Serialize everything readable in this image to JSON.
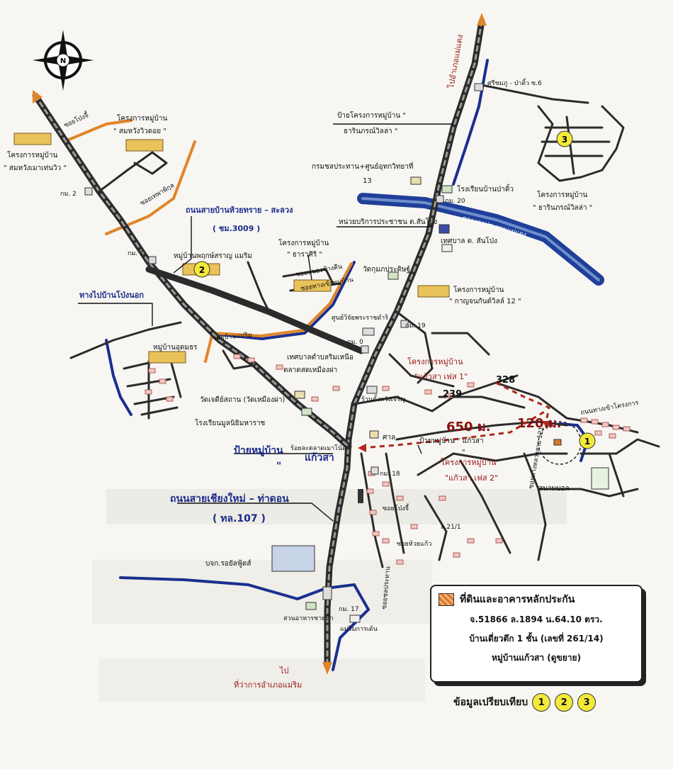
{
  "compass": {
    "letter": "N"
  },
  "roads": {
    "north_arrow": "ไปอำเภอแม่แตง",
    "south_arrow": "ไป",
    "south_destination": "ที่ว่าการอำเภอแม่ริม",
    "huai_sai_road": "ถนนสายบ้านห้วยทราย – สะลวง",
    "huai_sai_road_code": "( ชม.3009 )",
    "chiang_mai_road": "ถนนสายเชียงใหม่ – ท่าดอน",
    "chiang_mai_road_code": "( ทล.107 )",
    "to_pong_nok": "ทางไปบ้านโป่งนอก",
    "side_roads": [
      "ซอยโป่งจี้",
      "ซอยเทพาพิกุล",
      "ซอยหนองช้างคืน",
      "ซอยทางเข้าหมู่บ้าน",
      "ถนนทางเข้าโครงการ",
      "ซอยทางหลวงสาย 121",
      "ซอยโป่งจี้",
      "ซอยห้วยแก้ว",
      "ศรีชมภู - ป่าติ้ว ซ.6",
      "ซอยชลประทาน",
      "ซอยบ้านแม่ริม"
    ]
  },
  "labels": {
    "somwang_wiew_doi": [
      "โครงการหมู่บ้าน",
      "\" สมหวังวิวดอย \""
    ],
    "somwang_mae_taeng": [
      "โครงการหมู่บ้าน",
      "\" สมหวังเมาเท่นวิว \""
    ],
    "km2": "กม. 2",
    "km1": "กม. 1",
    "km0": "กม. 0",
    "km18": "กม. 18",
    "km19": "กม. 19",
    "km20": "กม. 20",
    "km17": "กม. 17",
    "pruksaran": "หมู่บ้านพฤกษ์สราญ แมริม",
    "sasiri": [
      "โครงการหมู่บ้าน",
      "\" ธาราศิริ \""
    ],
    "thanarin_sign": [
      "ป้ายโครงการหมู่บ้าน \"",
      "ธารินภรณ์วิลล่า \""
    ],
    "thanarin_project": [
      "โครงการหมู่บ้าน",
      "\" ธารินภรณ์วิลล่า \""
    ],
    "irrigation": "กรมชลประทาน+ศูนย์อุทกวิทยาที่",
    "irrigation_num": "13",
    "pa_tiw_school": "โรงเรียนบ้านป่าติ้ว",
    "canal_name": "คลองชลประทานแม่แตง",
    "public_service": "หน่วยบริการประชาชน ต.สันโป่ง",
    "municipality_sanpong": "เทศบาล ต. สันโป่ง",
    "wat_kum": "วัดกุมภประดิษฐ์",
    "kanjanakanwilla": [
      "โครงการหมู่บ้าน",
      "\" กาญจนกันต์วิลล์ 12 \""
    ],
    "center": "ศูนย์วิจัยพระราชดำริ",
    "rim_nuea_municipality": "เทศบาลตำบลริมเหนือ",
    "market": "ตลาดสดเหมืองผ่า",
    "pong_udom": "หมู่บ้านอุดมธร",
    "kaewsa_phase1": [
      "โครงการหมู่บ้าน",
      "\"แก้วสา เฟส 1\""
    ],
    "num_328": "328",
    "num_239": "239",
    "shop": "ร้านตั้งหวังเจริญ",
    "wat_chedi": "วัดเจดีย์สถาน (วัดเหมืองผ่า)",
    "school_mulnithi": "โรงเรียนมูลนิธิมหาราช",
    "dist_650": "650 ม.",
    "dist_120": "120 ม.",
    "kaewsa_sign": [
      "ป้ายหมู่บ้าน \" แก้วสา",
      "\""
    ],
    "sala": "ศาล",
    "village_sign": [
      "ป้ายหมู่บ้าน",
      "แก้วสา",
      "\""
    ],
    "kaewsa_phase2": [
      "โครงการหมู่บ้าน",
      "\"แก้วสา เฟส 2\""
    ],
    "field": "สนามบอล",
    "l21": "ล.21/1",
    "royal_foods": "บจก.รอยัลฟู้ดส์",
    "restaurant": "สวนอาหารชายน้ำ",
    "resort": "แม่ริมการเด้น",
    "market_sign": "ร้อยละตลาดเมาโน้ต"
  },
  "legend": {
    "title": "ที่ดินและอาคารหลักประกัน",
    "line1": "จ.51866  ล.1894  น.64.10 ตรว.",
    "line2": "บ้านเดี่ยวตึก 1 ชั้น (เลขที่ 261/14)",
    "line3": "หมู่บ้านแก้วสา (ดูขยาย)"
  },
  "compare": {
    "label": "ข้อมูลเปรียบเทียบ",
    "badges": [
      "1",
      "2",
      "3"
    ]
  },
  "colors": {
    "road": "#2b2b2b",
    "canal": "#1b2f8f",
    "secondary_road": "#e0852a",
    "distance_route": "#b2271b",
    "comparable_badge": "#f3e93a"
  }
}
